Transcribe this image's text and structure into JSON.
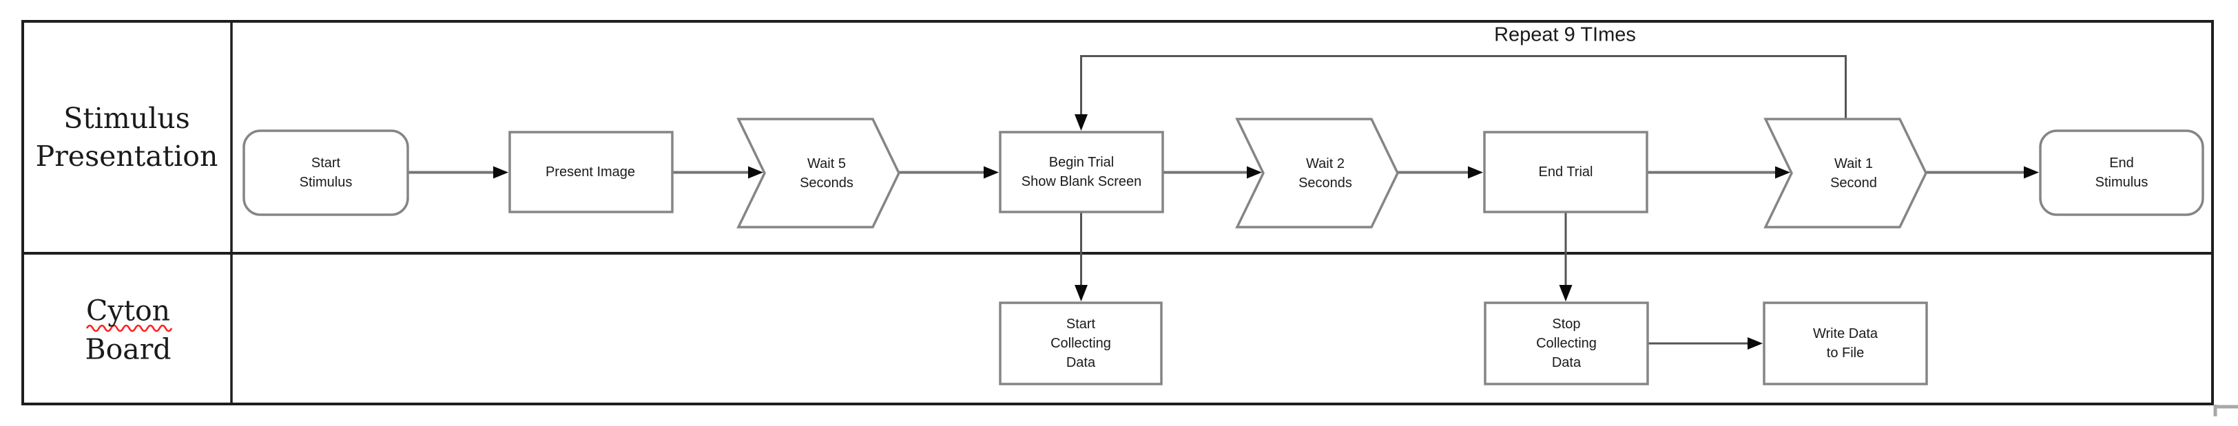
{
  "colors": {
    "table_border": "#1e1e1e",
    "shape_border": "#858585",
    "shape_fill": "#ffffff",
    "connector": "#757575",
    "connector_thin": "#555555",
    "arrowhead": "#0a0a0a",
    "text": "#1a1a1a",
    "spellcheck": "#ff2020",
    "artifact_gray": "#a8a8a8"
  },
  "lanes": {
    "stimulus_presentation": {
      "label": "Stimulus\nPresentation"
    },
    "cyton_board": {
      "line1": "Cyton",
      "line2": "Board"
    }
  },
  "loop": {
    "label": "Repeat 9 TImes"
  },
  "nodes": {
    "start_stimulus": {
      "label": "Start\nStimulus",
      "type": "terminator"
    },
    "present_image": {
      "label": "Present Image",
      "type": "process"
    },
    "wait_5_seconds": {
      "label": "Wait 5\nSeconds",
      "type": "chevron"
    },
    "begin_trial": {
      "label": "Begin Trial\nShow Blank Screen",
      "type": "process"
    },
    "wait_2_seconds": {
      "label": "Wait 2\nSeconds",
      "type": "chevron"
    },
    "end_trial": {
      "label": "End Trial",
      "type": "process"
    },
    "wait_1_second": {
      "label": "Wait 1\nSecond",
      "type": "chevron"
    },
    "end_stimulus": {
      "label": "End\nStimulus",
      "type": "terminator"
    },
    "start_collecting_data": {
      "label": "Start\nCollecting\nData",
      "type": "process"
    },
    "stop_collecting_data": {
      "label": "Stop\nCollecting\nData",
      "type": "process"
    },
    "write_data_to_file": {
      "label": "Write Data\nto File",
      "type": "process"
    }
  }
}
